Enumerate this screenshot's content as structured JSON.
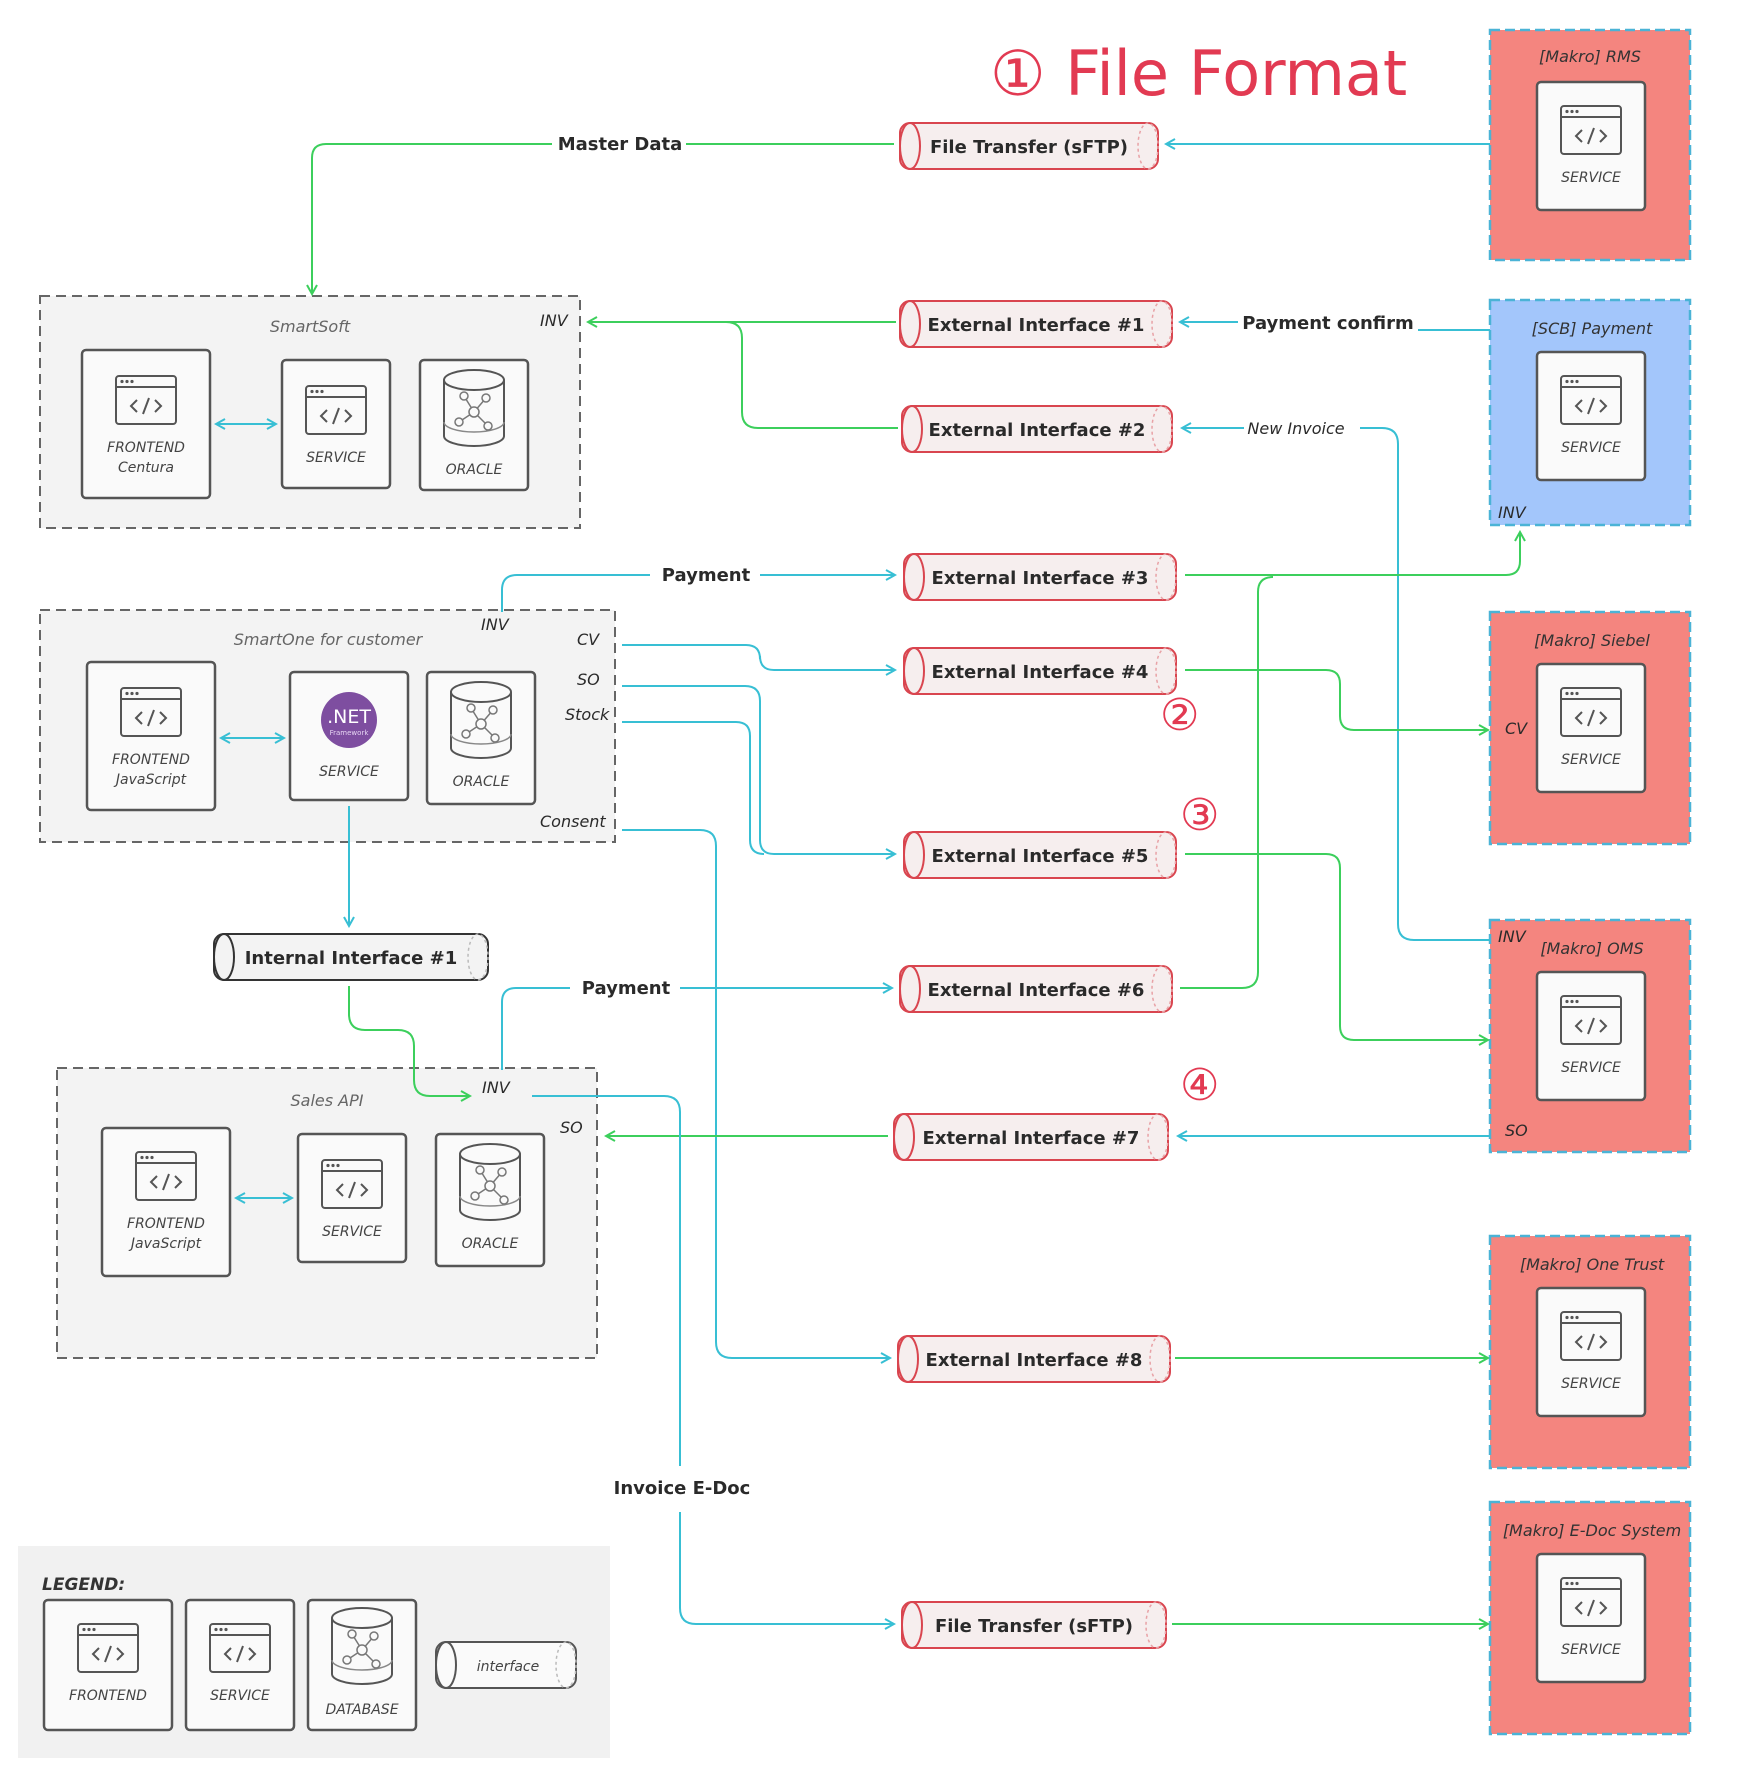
{
  "annotation": {
    "title": "① File Format",
    "marks": [
      "②",
      "③",
      "④"
    ]
  },
  "groups": {
    "smartsoft": {
      "title": "SmartSoft",
      "port_inv": "INV"
    },
    "smartone": {
      "title": "SmartOne for customer",
      "port_inv": "INV",
      "port_cv": "CV",
      "port_so": "SO",
      "port_stock": "Stock",
      "port_consent": "Consent"
    },
    "salesapi": {
      "title": "Sales API",
      "port_inv": "INV",
      "port_so": "SO"
    }
  },
  "components": {
    "smartsoft_frontend": {
      "label": "FRONTEND",
      "sub": "Centura"
    },
    "smartsoft_service": {
      "label": "SERVICE"
    },
    "smartsoft_db": {
      "label": "ORACLE"
    },
    "smartone_frontend": {
      "label": "FRONTEND",
      "sub": "JavaScript"
    },
    "smartone_service": {
      "label": "SERVICE",
      "badge": ".NET",
      "badge_sub": "Framework"
    },
    "smartone_db": {
      "label": "ORACLE"
    },
    "salesapi_frontend": {
      "label": "FRONTEND",
      "sub": "JavaScript"
    },
    "salesapi_service": {
      "label": "SERVICE"
    },
    "salesapi_db": {
      "label": "ORACLE"
    }
  },
  "interfaces": {
    "ft_top": "File Transfer (sFTP)",
    "ext1": "External Interface #1",
    "ext2": "External Interface #2",
    "ext3": "External Interface #3",
    "ext4": "External Interface #4",
    "ext5": "External Interface #5",
    "ext6": "External Interface #6",
    "ext7": "External Interface #7",
    "ext8": "External Interface #8",
    "ft_bottom": "File Transfer (sFTP)",
    "internal1": "Internal Interface #1"
  },
  "external_systems": {
    "rms": {
      "title": "[Makro] RMS",
      "service": "SERVICE"
    },
    "scb": {
      "title": "[SCB] Payment",
      "service": "SERVICE",
      "port_inv": "INV"
    },
    "siebel": {
      "title": "[Makro] Siebel",
      "service": "SERVICE",
      "port_cv": "CV"
    },
    "oms": {
      "title": "[Makro] OMS",
      "service": "SERVICE",
      "port_inv": "INV",
      "port_so": "SO"
    },
    "onetrust": {
      "title": "[Makro] One Trust",
      "service": "SERVICE"
    },
    "edoc": {
      "title": "[Makro] E-Doc System",
      "service": "SERVICE"
    }
  },
  "flow_labels": {
    "master_data": "Master Data",
    "payment_confirm": "Payment confirm",
    "new_invoice": "New Invoice",
    "payment_top": "Payment",
    "payment_bottom": "Payment",
    "invoice_edoc": "Invoice E-Doc"
  },
  "legend": {
    "title": "LEGEND:",
    "frontend": "FRONTEND",
    "service": "SERVICE",
    "database": "DATABASE",
    "interface": "interface"
  },
  "colors": {
    "external_red": "#f4857f",
    "external_blue": "#a3c6fb",
    "external_border": "#4bb3d6",
    "interface_border": "#d9454f",
    "interface_fill": "#f6eeee",
    "green_flow": "#3ccf5c",
    "cyan_flow": "#38bfd4",
    "annotation": "#e23a52",
    "group_fill": "#f3f3f3"
  }
}
